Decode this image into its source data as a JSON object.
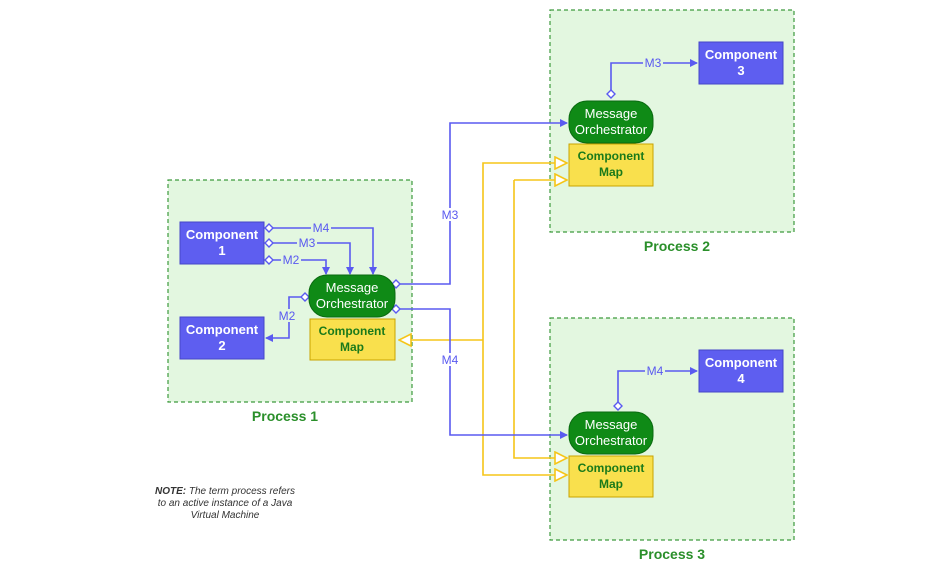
{
  "processes": [
    {
      "label": "Process 1"
    },
    {
      "label": "Process 2"
    },
    {
      "label": "Process 3"
    }
  ],
  "components": {
    "c1": [
      "Component",
      "1"
    ],
    "c2": [
      "Component",
      "2"
    ],
    "c3": [
      "Component",
      "3"
    ],
    "c4": [
      "Component",
      "4"
    ]
  },
  "orchestrator": [
    "Message",
    "Orchestrator"
  ],
  "component_map": [
    "Component",
    "Map"
  ],
  "messages": {
    "m2": "M2",
    "m3": "M3",
    "m4": "M4"
  },
  "note": {
    "bold": "NOTE:",
    "text": "The term process refers to an active instance of a Java Virtual Machine"
  },
  "colors": {
    "component": "#5e5ef0",
    "orchestrator": "#0f8a16",
    "component_map": "#f9e04d",
    "process_fill": "#e3f7e0",
    "message_line": "#5a5af0",
    "map_line": "#f5c518"
  }
}
